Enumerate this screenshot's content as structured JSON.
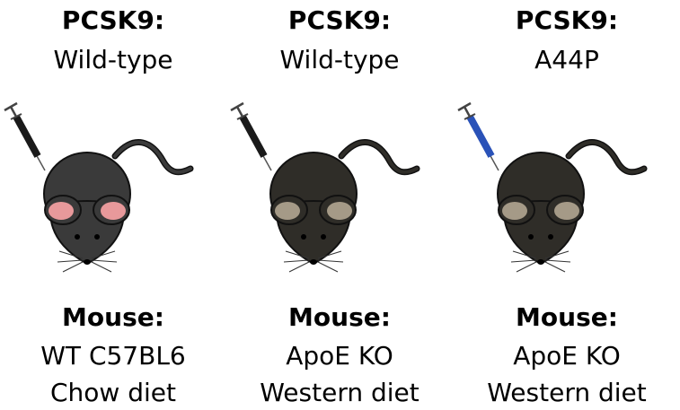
{
  "panels": [
    {
      "pcsk_label": "PCSK9:",
      "pcsk_variant": "Wild-type",
      "mouse_label": "Mouse:",
      "mouse_strain": "WT C57BL6",
      "mouse_diet": "Chow diet",
      "syringe_color": "#1a1a1a",
      "ear_color": "#e8999b",
      "body_color": "#3a3a3a",
      "icon": "black-mouse-with-syringe-icon"
    },
    {
      "pcsk_label": "PCSK9:",
      "pcsk_variant": "Wild-type",
      "mouse_label": "Mouse:",
      "mouse_strain": "ApoE KO",
      "mouse_diet": "Western diet",
      "syringe_color": "#1a1a1a",
      "ear_color": "#a59a87",
      "body_color": "#2f2d28",
      "icon": "dark-mouse-with-syringe-icon"
    },
    {
      "pcsk_label": "PCSK9:",
      "pcsk_variant": "A44P",
      "mouse_label": "Mouse:",
      "mouse_strain": "ApoE KO",
      "mouse_diet": "Western diet",
      "syringe_color": "#2a52b8",
      "ear_color": "#a59a87",
      "body_color": "#2f2d28",
      "icon": "dark-mouse-with-blue-syringe-icon"
    }
  ]
}
